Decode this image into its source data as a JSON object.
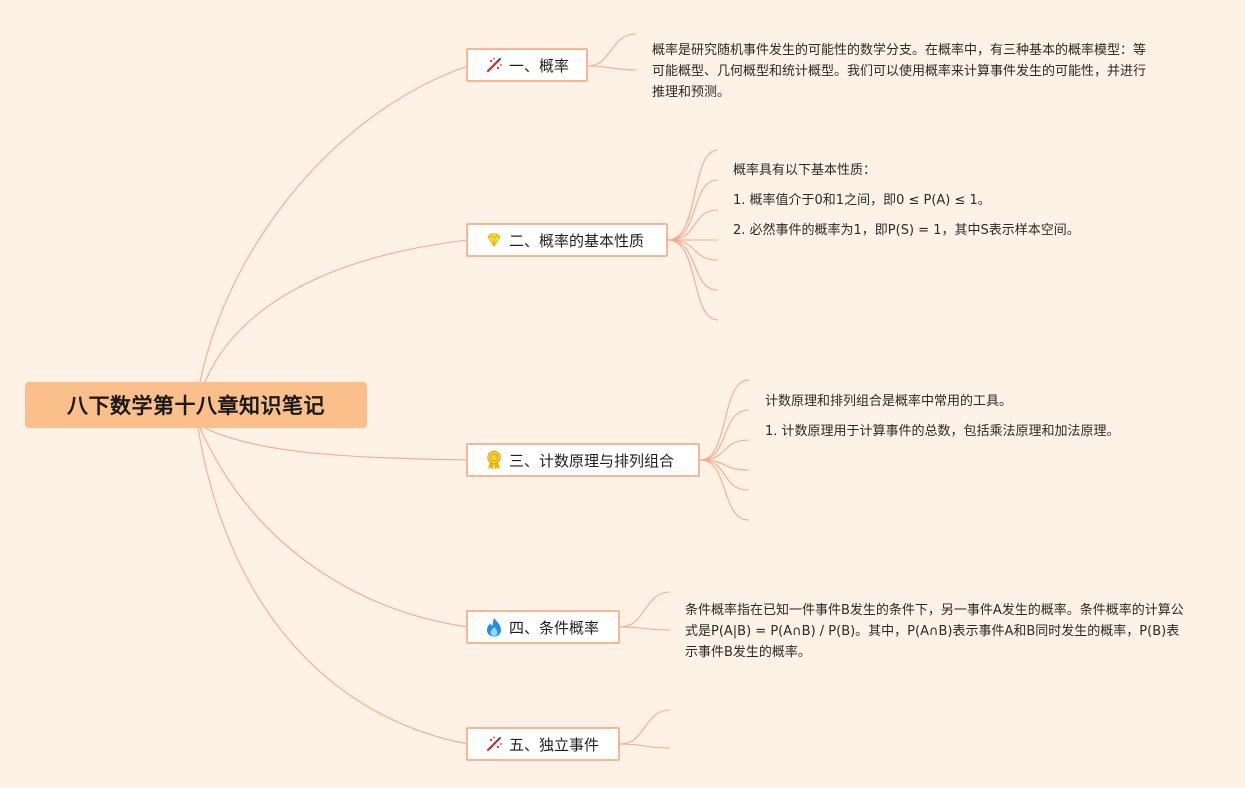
{
  "root": {
    "title": "八下数学第十八章知识笔记"
  },
  "topics": [
    {
      "label": "一、概率",
      "icon": "magic-wand-icon",
      "notes": [
        "概率是研究随机事件发生的可能性的数学分支。在概率中，有三种基本的概率模型：等可能概型、几何概型和统计概型。我们可以使用概率来计算事件发生的可能性，并进行推理和预测。"
      ]
    },
    {
      "label": "二、概率的基本性质",
      "icon": "diamond-icon",
      "notes": [
        "概率具有以下基本性质：",
        "1. 概率值介于0和1之间，即0 ≤ P(A) ≤ 1。",
        "2. 必然事件的概率为1，即P(S) = 1，其中S表示样本空间。"
      ]
    },
    {
      "label": "三、计数原理与排列组合",
      "icon": "award-medal-icon",
      "notes": [
        "计数原理和排列组合是概率中常用的工具。",
        "1. 计数原理用于计算事件的总数，包括乘法原理和加法原理。"
      ]
    },
    {
      "label": "四、条件概率",
      "icon": "fire-icon",
      "notes": [
        "条件概率指在已知一件事件B发生的条件下，另一事件A发生的概率。条件概率的计算公式是P(A|B) = P(A∩B) / P(B)。其中，P(A∩B)表示事件A和B同时发生的概率，P(B)表示事件B发生的概率。"
      ]
    },
    {
      "label": "五、独立事件",
      "icon": "magic-wand-icon",
      "notes": []
    }
  ],
  "colors": {
    "background": "#fef2e6",
    "root_fill": "#fbbf8c",
    "branch_line": "#f5a98a",
    "topic_border": "#f6b794"
  }
}
